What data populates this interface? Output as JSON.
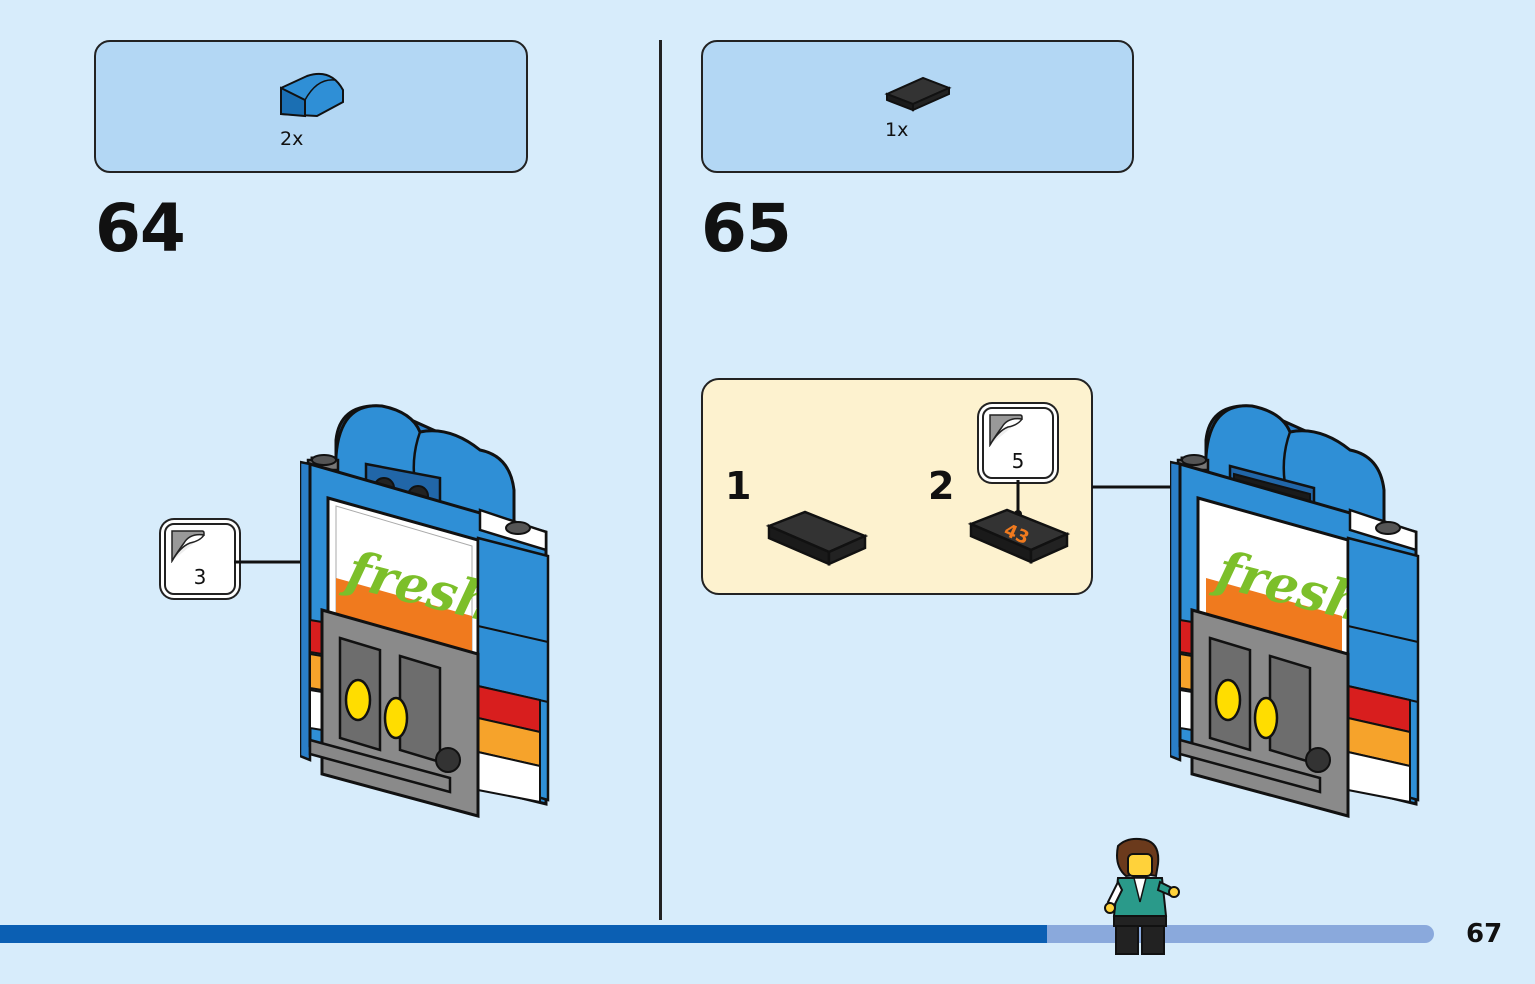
{
  "steps": [
    {
      "number": "64",
      "parts": [
        {
          "qty": "2x",
          "piece": "blue-curved-slope-icon"
        }
      ],
      "sticker": {
        "number": "3"
      },
      "model": "fresh-juice-kiosk"
    },
    {
      "number": "65",
      "parts": [
        {
          "qty": "1x",
          "piece": "black-tile-icon"
        }
      ],
      "substeps": [
        {
          "number": "1",
          "piece": "black-tile-icon"
        },
        {
          "number": "2",
          "piece": "black-tile-43-icon",
          "tile_text": "43",
          "sticker": {
            "number": "5"
          }
        }
      ],
      "model": "fresh-juice-kiosk-with-number-sign"
    }
  ],
  "kiosk_sign_text": "fresh",
  "number_sign_text": "43",
  "page": {
    "number": "67",
    "progress": 0.73
  },
  "colors": {
    "background": "#d7ecfb",
    "parts_box": "#b3d7f4",
    "substep_box": "#fdf2cf",
    "progress": "#0b5fb3",
    "progress_track": "#8aa9dc"
  }
}
